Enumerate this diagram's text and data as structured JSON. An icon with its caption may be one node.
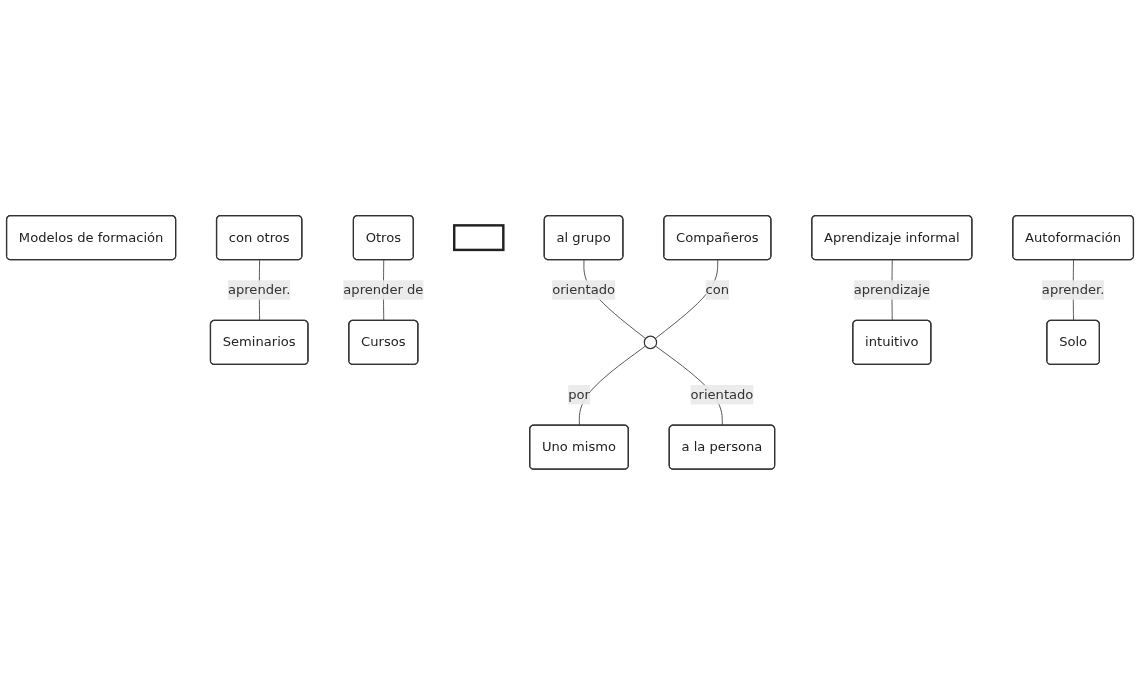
{
  "diagram": {
    "nodes": [
      {
        "text": [
          "Modelos de formación"
        ]
      },
      {
        "text": [
          "con otros"
        ]
      },
      {
        "text": [
          "Seminarios"
        ]
      },
      {
        "text": [
          "al grupo"
        ]
      },
      {
        "text": [],
        "shape": "box"
      },
      {
        "text": [
          "Otros"
        ]
      },
      {
        "text": [
          "Cursos"
        ]
      },
      {
        "text": [
          "Compañeros"
        ]
      },
      {
        "text": [],
        "shape": "circle"
      },
      {
        "text": [
          "Uno mismo"
        ]
      },
      {
        "text": [
          "Aprendizaje informal"
        ]
      },
      {
        "text": [
          "intuitivo"
        ]
      },
      {
        "text": [
          "Autoformación"
        ]
      },
      {
        "text": [
          "Solo"
        ]
      },
      {
        "text": [
          "a la persona"
        ]
      }
    ],
    "edges": [
      {
        "from": 1,
        "to": 2,
        "arrow": "none",
        "label": "aprender."
      },
      {
        "from": 5,
        "to": 6,
        "arrow": "none",
        "label": "aprender de"
      },
      {
        "from": 3,
        "to": 8,
        "arrow": "none",
        "label": "orientado"
      },
      {
        "from": 7,
        "to": 8,
        "arrow": "none",
        "label": "con"
      },
      {
        "from": 8,
        "to": 9,
        "arrow": "none",
        "label": "por"
      },
      {
        "from": 8,
        "to": 14,
        "arrow": "none",
        "label": "orientado"
      },
      {
        "from": 10,
        "to": 11,
        "arrow": "none",
        "label": "aprendizaje"
      },
      {
        "from": 12,
        "to": 13,
        "arrow": "none",
        "label": "aprender."
      }
    ]
  }
}
